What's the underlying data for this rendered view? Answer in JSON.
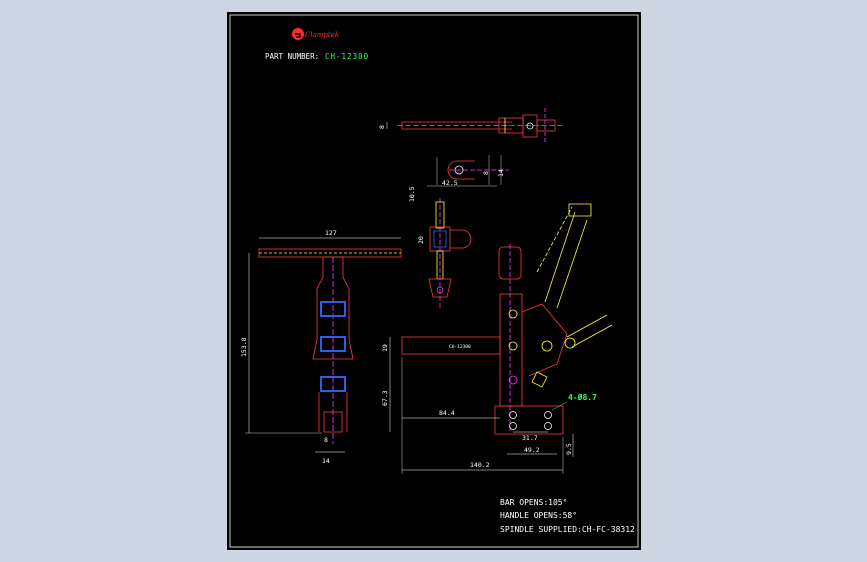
{
  "titleblock": {
    "brand": "Clamptek",
    "part_number_label": "PART NUMBER:",
    "part_number": "CH-12300"
  },
  "dimensions": {
    "spindle_length": "8",
    "tip_height": "10.5",
    "tip_length": "42.5",
    "tip_w1": "8",
    "tip_w2": "14",
    "spindle_height": "20",
    "top_width": "127",
    "overall_height": "153.8",
    "bottom_8": "8",
    "bottom_14": "14",
    "bar_height": "19",
    "base_height": "67.3",
    "bar_length": "84.4",
    "holes": "4-Ø8.7",
    "base_w1": "31.7",
    "base_w2": "49.2",
    "base_offset": "9.5",
    "total_length": "140.2"
  },
  "bar_label": "CH-12300",
  "notes": {
    "bar_opens": "BAR OPENS:105°",
    "handle_opens": "HANDLE OPENS:58°",
    "spindle": "SPINDLE SUPPLIED:CH-FC-38312"
  },
  "colors": {
    "background": "#000000",
    "dimension": "#ffffff",
    "outline_red": "#ff3b3b",
    "outline_yellow": "#ffff33",
    "outline_magenta": "#ff33ff",
    "outline_blue": "#3366ff",
    "accent_green": "#33ff55"
  }
}
